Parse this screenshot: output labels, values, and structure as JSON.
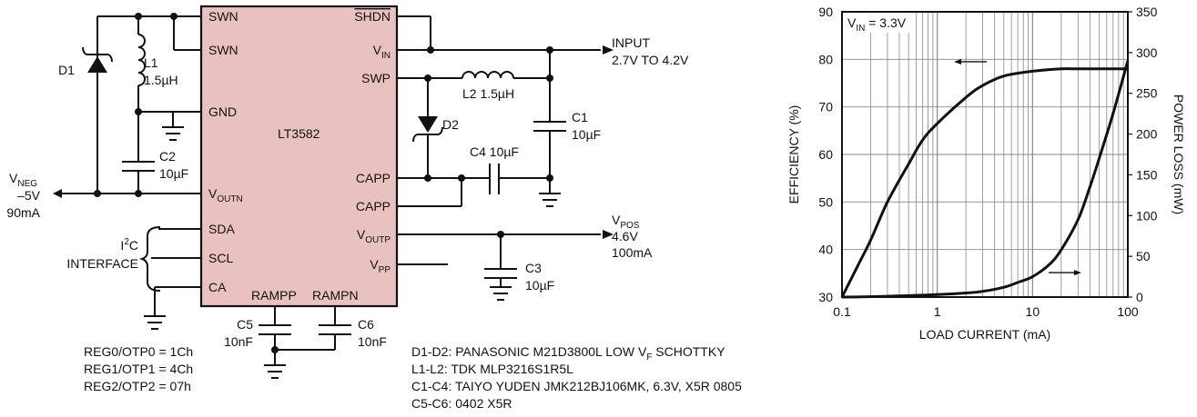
{
  "colors": {
    "ic_fill": "#e9c2c0",
    "ink": "#111111",
    "grid": "#888888"
  },
  "schematic": {
    "ic_name": "LT3582",
    "pins_left": [
      "SWN",
      "SWN",
      "GND",
      "SDA",
      "SCL",
      "CA"
    ],
    "pin_voutn": {
      "main": "V",
      "sub": "OUTN"
    },
    "pins_right": {
      "shdn": "SHDN",
      "swp": "SWP",
      "capp1": "CAPP",
      "capp2": "CAPP"
    },
    "pin_vin": {
      "main": "V",
      "sub": "IN"
    },
    "pin_voutp": {
      "main": "V",
      "sub": "OUTP"
    },
    "pin_vpp": {
      "main": "V",
      "sub": "PP"
    },
    "pins_bottom": [
      "RAMPP",
      "RAMPN"
    ],
    "d1": "D1",
    "l1": [
      "L1",
      "1.5µH"
    ],
    "c2": [
      "C2",
      "10µF"
    ],
    "vneg": {
      "main": "V",
      "sub": "NEG",
      "voltage": "–5V",
      "current": "90mA"
    },
    "i2c": {
      "main": "I",
      "sup": "2",
      "rest": "C",
      "line2": "INTERFACE"
    },
    "input": [
      "INPUT",
      "2.7V TO 4.2V"
    ],
    "l2": "L2 1.5µH",
    "c1": [
      "C1",
      "10µF"
    ],
    "d2": "D2",
    "c4": "C4 10µF",
    "vpos": {
      "main": "V",
      "sub": "POS",
      "voltage": "4.6V",
      "current": "100mA"
    },
    "c3": [
      "C3",
      "10µF"
    ],
    "c5": [
      "C5",
      "10nF"
    ],
    "c6": [
      "C6",
      "10nF"
    ],
    "registers": [
      "REG0/OTP0 = 1Ch",
      "REG1/OTP1 = 4Ch",
      "REG2/OTP2 = 07h"
    ],
    "bom": {
      "d_pre": "D1-D2: PANASONIC M21D3800L LOW V",
      "d_sub": "F",
      "d_post": " SCHOTTKY",
      "lines": [
        "L1-L2: TDK MLP3216S1R5L",
        "C1-C4: TAIYO YUDEN JMK212BJ106MK, 6.3V, X5R 0805",
        "C5-C6: 0402 X5R"
      ]
    }
  },
  "chart_data": {
    "type": "line",
    "xlabel": "LOAD CURRENT (mA)",
    "ylabel": "EFFICIENCY (%)",
    "y2label": "POWER LOSS (mW)",
    "x_scale": "log",
    "xlim": [
      0.1,
      100
    ],
    "ylim": [
      30,
      90
    ],
    "y2lim": [
      0,
      350
    ],
    "x_ticks": [
      "0.1",
      "1",
      "10",
      "100"
    ],
    "y_ticks": [
      "30",
      "40",
      "50",
      "60",
      "70",
      "80",
      "90"
    ],
    "y2_ticks": [
      "0",
      "50",
      "100",
      "150",
      "200",
      "250",
      "300",
      "350"
    ],
    "annotation": {
      "main": "V",
      "sub": "IN",
      "rest": " = 3.3V"
    },
    "grid": true,
    "series": [
      {
        "axis": "left",
        "arrow": "left",
        "x": [
          0.1,
          0.15,
          0.2,
          0.3,
          0.5,
          0.7,
          1,
          2,
          3,
          5,
          10,
          20,
          30,
          50,
          100
        ],
        "y": [
          30,
          37,
          42,
          50,
          58,
          63,
          66.5,
          72,
          74.5,
          76.5,
          77.5,
          78,
          78,
          78,
          78
        ]
      },
      {
        "axis": "right",
        "arrow": "right",
        "x": [
          0.1,
          0.3,
          1,
          2,
          3,
          5,
          7,
          10,
          15,
          20,
          30,
          40,
          50,
          70,
          100
        ],
        "y": [
          0,
          1,
          3,
          5,
          7,
          12,
          18,
          25,
          40,
          58,
          95,
          135,
          170,
          225,
          290
        ]
      }
    ]
  }
}
